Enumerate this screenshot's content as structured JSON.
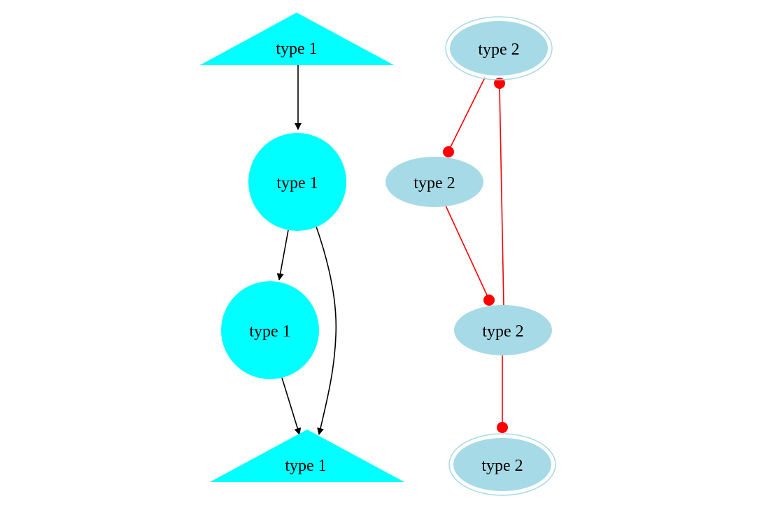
{
  "diagram": {
    "colors": {
      "type1_fill": "#00ffff",
      "type2_fill": "#a6dae6",
      "type2_ring": "#a6dae6",
      "type1_edge": "#000000",
      "type2_edge": "#ff0000",
      "type2_edge_end": "#ff0000"
    },
    "type1_nodes": [
      {
        "id": "t1_top",
        "shape": "triangle",
        "label": "type 1"
      },
      {
        "id": "t1_circle_a",
        "shape": "circle",
        "label": "type 1"
      },
      {
        "id": "t1_circle_b",
        "shape": "circle",
        "label": "type 1"
      },
      {
        "id": "t1_bottom",
        "shape": "triangle",
        "label": "type 1"
      }
    ],
    "type2_nodes": [
      {
        "id": "t2_top",
        "shape": "doubleellipse",
        "label": "type 2"
      },
      {
        "id": "t2_mid_a",
        "shape": "ellipse",
        "label": "type 2"
      },
      {
        "id": "t2_mid_b",
        "shape": "ellipse",
        "label": "type 2"
      },
      {
        "id": "t2_bottom",
        "shape": "doubleellipse",
        "label": "type 2"
      }
    ],
    "type1_edges": [
      {
        "from": "t1_top",
        "to": "t1_circle_a",
        "end": "arrow"
      },
      {
        "from": "t1_circle_a",
        "to": "t1_circle_b",
        "end": "arrow"
      },
      {
        "from": "t1_circle_a",
        "to": "t1_bottom",
        "end": "arrow"
      },
      {
        "from": "t1_circle_b",
        "to": "t1_bottom",
        "end": "arrow"
      }
    ],
    "type2_edges": [
      {
        "from": "t2_top",
        "to": "t2_mid_a",
        "end": "dot"
      },
      {
        "from": "t2_mid_b",
        "to": "t2_top",
        "end": "dot"
      },
      {
        "from": "t2_mid_a",
        "to": "t2_mid_b",
        "end": "dot"
      },
      {
        "from": "t2_mid_b",
        "to": "t2_bottom",
        "end": "dot"
      }
    ]
  }
}
